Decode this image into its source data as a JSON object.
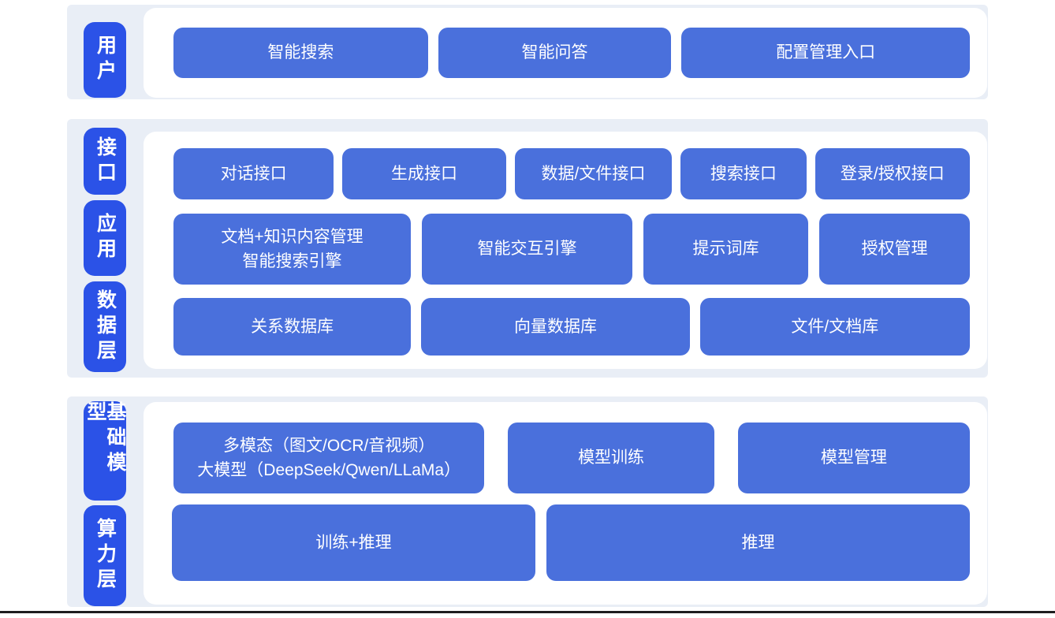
{
  "colors": {
    "label_blue": "#2b52e7",
    "box_blue": "#4a70dc",
    "band_bg": "#e9eef6",
    "panel_bg": "#ffffff",
    "box_text": "#ffffff",
    "rule_dark": "#1d1d1f"
  },
  "bands": [
    {
      "name": "user-layer",
      "labels": [
        {
          "text": "用户"
        }
      ],
      "rows": [
        {
          "boxes": [
            {
              "text": "智能搜索"
            },
            {
              "text": "智能问答"
            },
            {
              "text": "配置管理入口"
            }
          ]
        }
      ]
    },
    {
      "name": "interface-application-data-layers",
      "labels": [
        {
          "text": "接口"
        },
        {
          "text": "应用"
        },
        {
          "text": "数据层"
        }
      ],
      "rows": [
        {
          "boxes": [
            {
              "text": "对话接口"
            },
            {
              "text": "生成接口"
            },
            {
              "text": "数据/文件接口"
            },
            {
              "text": "搜索接口"
            },
            {
              "text": "登录/授权接口"
            }
          ]
        },
        {
          "boxes": [
            {
              "line1": "文档+知识内容管理",
              "line2": "智能搜索引擎"
            },
            {
              "text": "智能交互引擎"
            },
            {
              "text": "提示词库"
            },
            {
              "text": "授权管理"
            }
          ]
        },
        {
          "boxes": [
            {
              "text": "关系数据库"
            },
            {
              "text": "向量数据库"
            },
            {
              "text": "文件/文档库"
            }
          ]
        }
      ]
    },
    {
      "name": "foundation-model-compute-layers",
      "labels": [
        {
          "text": "基础模型"
        },
        {
          "text": "算力层"
        }
      ],
      "rows": [
        {
          "boxes": [
            {
              "line1": "多模态（图文/OCR/音视频）",
              "line2": "大模型（DeepSeek/Qwen/LLaMa）"
            },
            {
              "text": "模型训练"
            },
            {
              "text": "模型管理"
            }
          ]
        },
        {
          "boxes": [
            {
              "text": "训练+推理"
            },
            {
              "text": "推理"
            }
          ]
        }
      ]
    }
  ]
}
